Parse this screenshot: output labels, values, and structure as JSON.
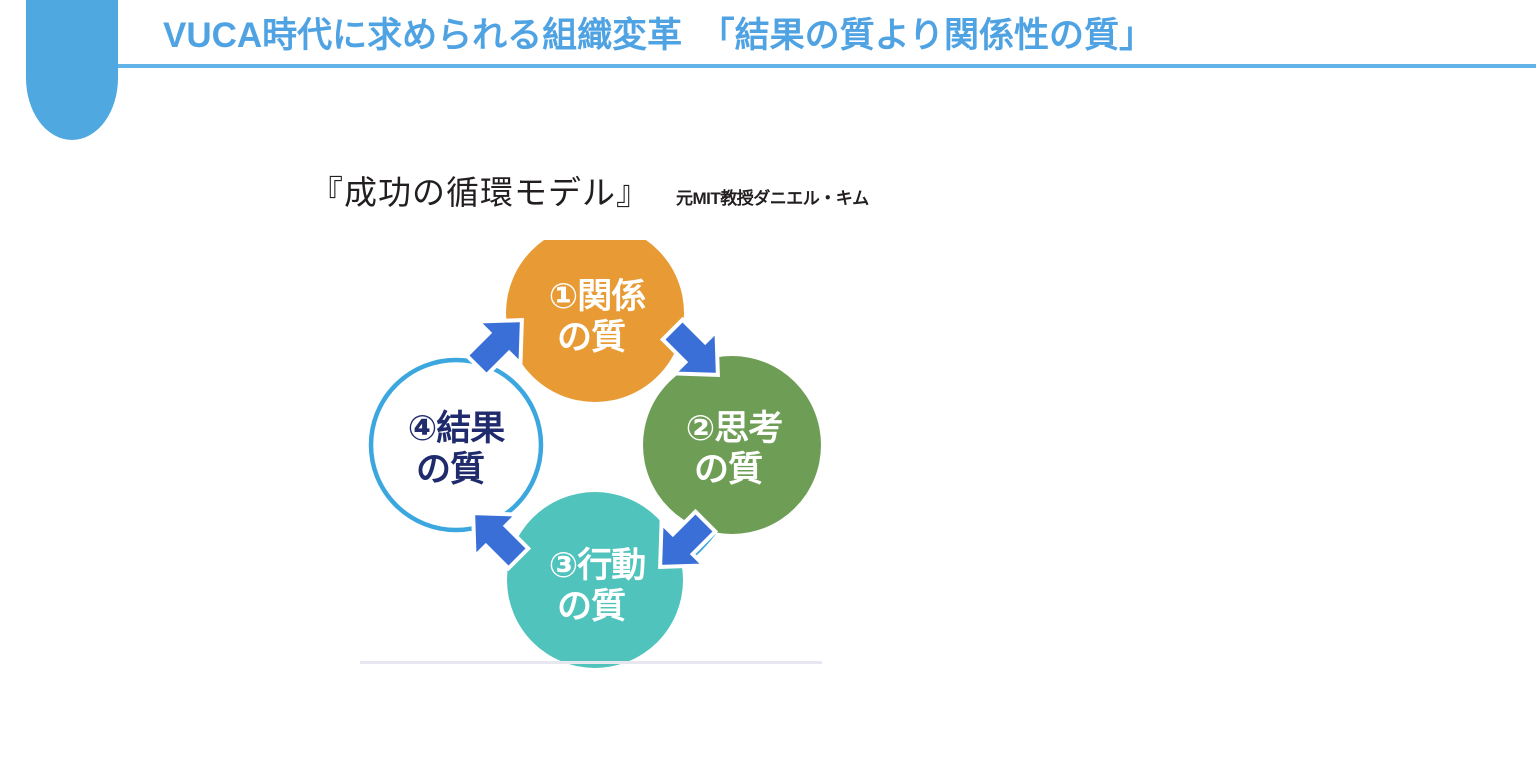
{
  "header": {
    "title": "VUCA時代に求められる組織変革　「結果の質より関係性の質」",
    "accent_color": "#4FA8E0",
    "title_color": "#4FA3E3",
    "rule_color": "#62B3E8"
  },
  "content": {
    "model_heading": "『成功の循環モデル』",
    "model_attribution": "元MIT教授ダニエル・キム"
  },
  "diagram": {
    "type": "cycle",
    "direction": "clockwise",
    "ring_color": "#3BA7DE",
    "arrow_color": "#3A6FD8",
    "nodes": [
      {
        "id": "relationship",
        "index_label": "①",
        "line1": "①関係",
        "line2": "の質",
        "position": "top",
        "fill": "#E89A34",
        "text_color": "#FFFFFF"
      },
      {
        "id": "thinking",
        "index_label": "②",
        "line1": "②思考",
        "line2": "の質",
        "position": "right",
        "fill": "#6E9E55",
        "text_color": "#FFFFFF"
      },
      {
        "id": "action",
        "index_label": "③",
        "line1": "③行動",
        "line2": "の質",
        "position": "bottom",
        "fill": "#4FC3BC",
        "text_color": "#FFFFFF"
      },
      {
        "id": "result",
        "index_label": "④",
        "line1": "④結果",
        "line2": "の質",
        "position": "left",
        "fill": "#FFFFFF",
        "text_color": "#1F2B6C"
      }
    ],
    "arrows": [
      {
        "id": "result-to-relationship",
        "from": "④結果の質",
        "to": "①関係の質"
      },
      {
        "id": "relationship-to-thinking",
        "from": "①関係の質",
        "to": "②思考の質"
      },
      {
        "id": "thinking-to-action",
        "from": "②思考の質",
        "to": "③行動の質"
      },
      {
        "id": "action-to-result",
        "from": "③行動の質",
        "to": "④結果の質"
      }
    ]
  }
}
